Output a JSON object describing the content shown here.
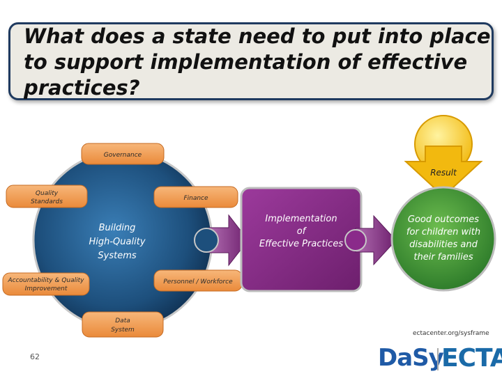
{
  "title": "What does a state need to put into place to support implementation of effective practices?",
  "system": {
    "center_label": [
      "Building",
      "High-Quality",
      "Systems"
    ],
    "components": {
      "governance": "Governance",
      "quality_standards": [
        "Quality",
        "Standards"
      ],
      "finance": "Finance",
      "accountability": [
        "Accountability & Quality",
        "Improvement"
      ],
      "personnel": "Personnel / Workforce",
      "data_system": [
        "Data",
        "System"
      ]
    }
  },
  "implementation": [
    "Implementation",
    "of",
    "Effective Practices"
  ],
  "result": {
    "label": "Result",
    "outcome": [
      "Good outcomes",
      "for children with",
      "disabilities and",
      "their families"
    ]
  },
  "footer": {
    "url": "ectacenter.org/sysframe",
    "page_number": "62",
    "logo_dasy": "DaSy",
    "logo_ecta": "ECTA"
  },
  "colors": {
    "title_border": "#1f3a5f",
    "circle": "#1d4f7c",
    "pill": "#f39a4c",
    "implementation": "#8a2a8a",
    "outcome": "#4ea33b",
    "result_arrow": "#f4c31a",
    "connector": "#7a237a"
  }
}
